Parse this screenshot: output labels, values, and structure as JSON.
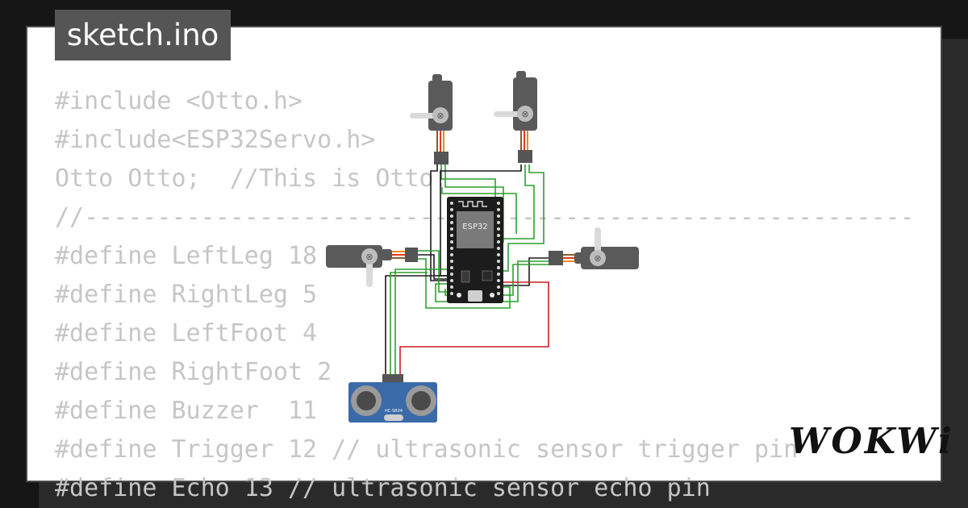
{
  "tab": {
    "title": "sketch.ino"
  },
  "code": {
    "lines": [
      "#include <Otto.h>",
      "#include<ESP32Servo.h>",
      "Otto Otto;  //This is Otto!",
      "//---------------------------------------------------------",
      "#define LeftLeg 18",
      "#define RightLeg 5",
      "#define LeftFoot 4",
      "#define RightFoot 2",
      "#define Buzzer  11",
      "#define Trigger 12 // ultrasonic sensor trigger pin",
      "#define Echo 13 // ultrasonic sensor echo pin"
    ]
  },
  "diagram": {
    "board_label": "ESP32",
    "sensor_label": "HC-SR04"
  },
  "brand": {
    "name": "WOKWi"
  },
  "colors": {
    "background": "#151515",
    "panel": "#ffffff",
    "code_text": "#c6c6c6",
    "tab_bg": "#555555",
    "wire_green": "#2e9e2e",
    "wire_red": "#cc1f1f",
    "wire_black": "#1a1a1a",
    "servo_body": "#5a5a5a",
    "sensor_blue": "#3a6aa8"
  }
}
